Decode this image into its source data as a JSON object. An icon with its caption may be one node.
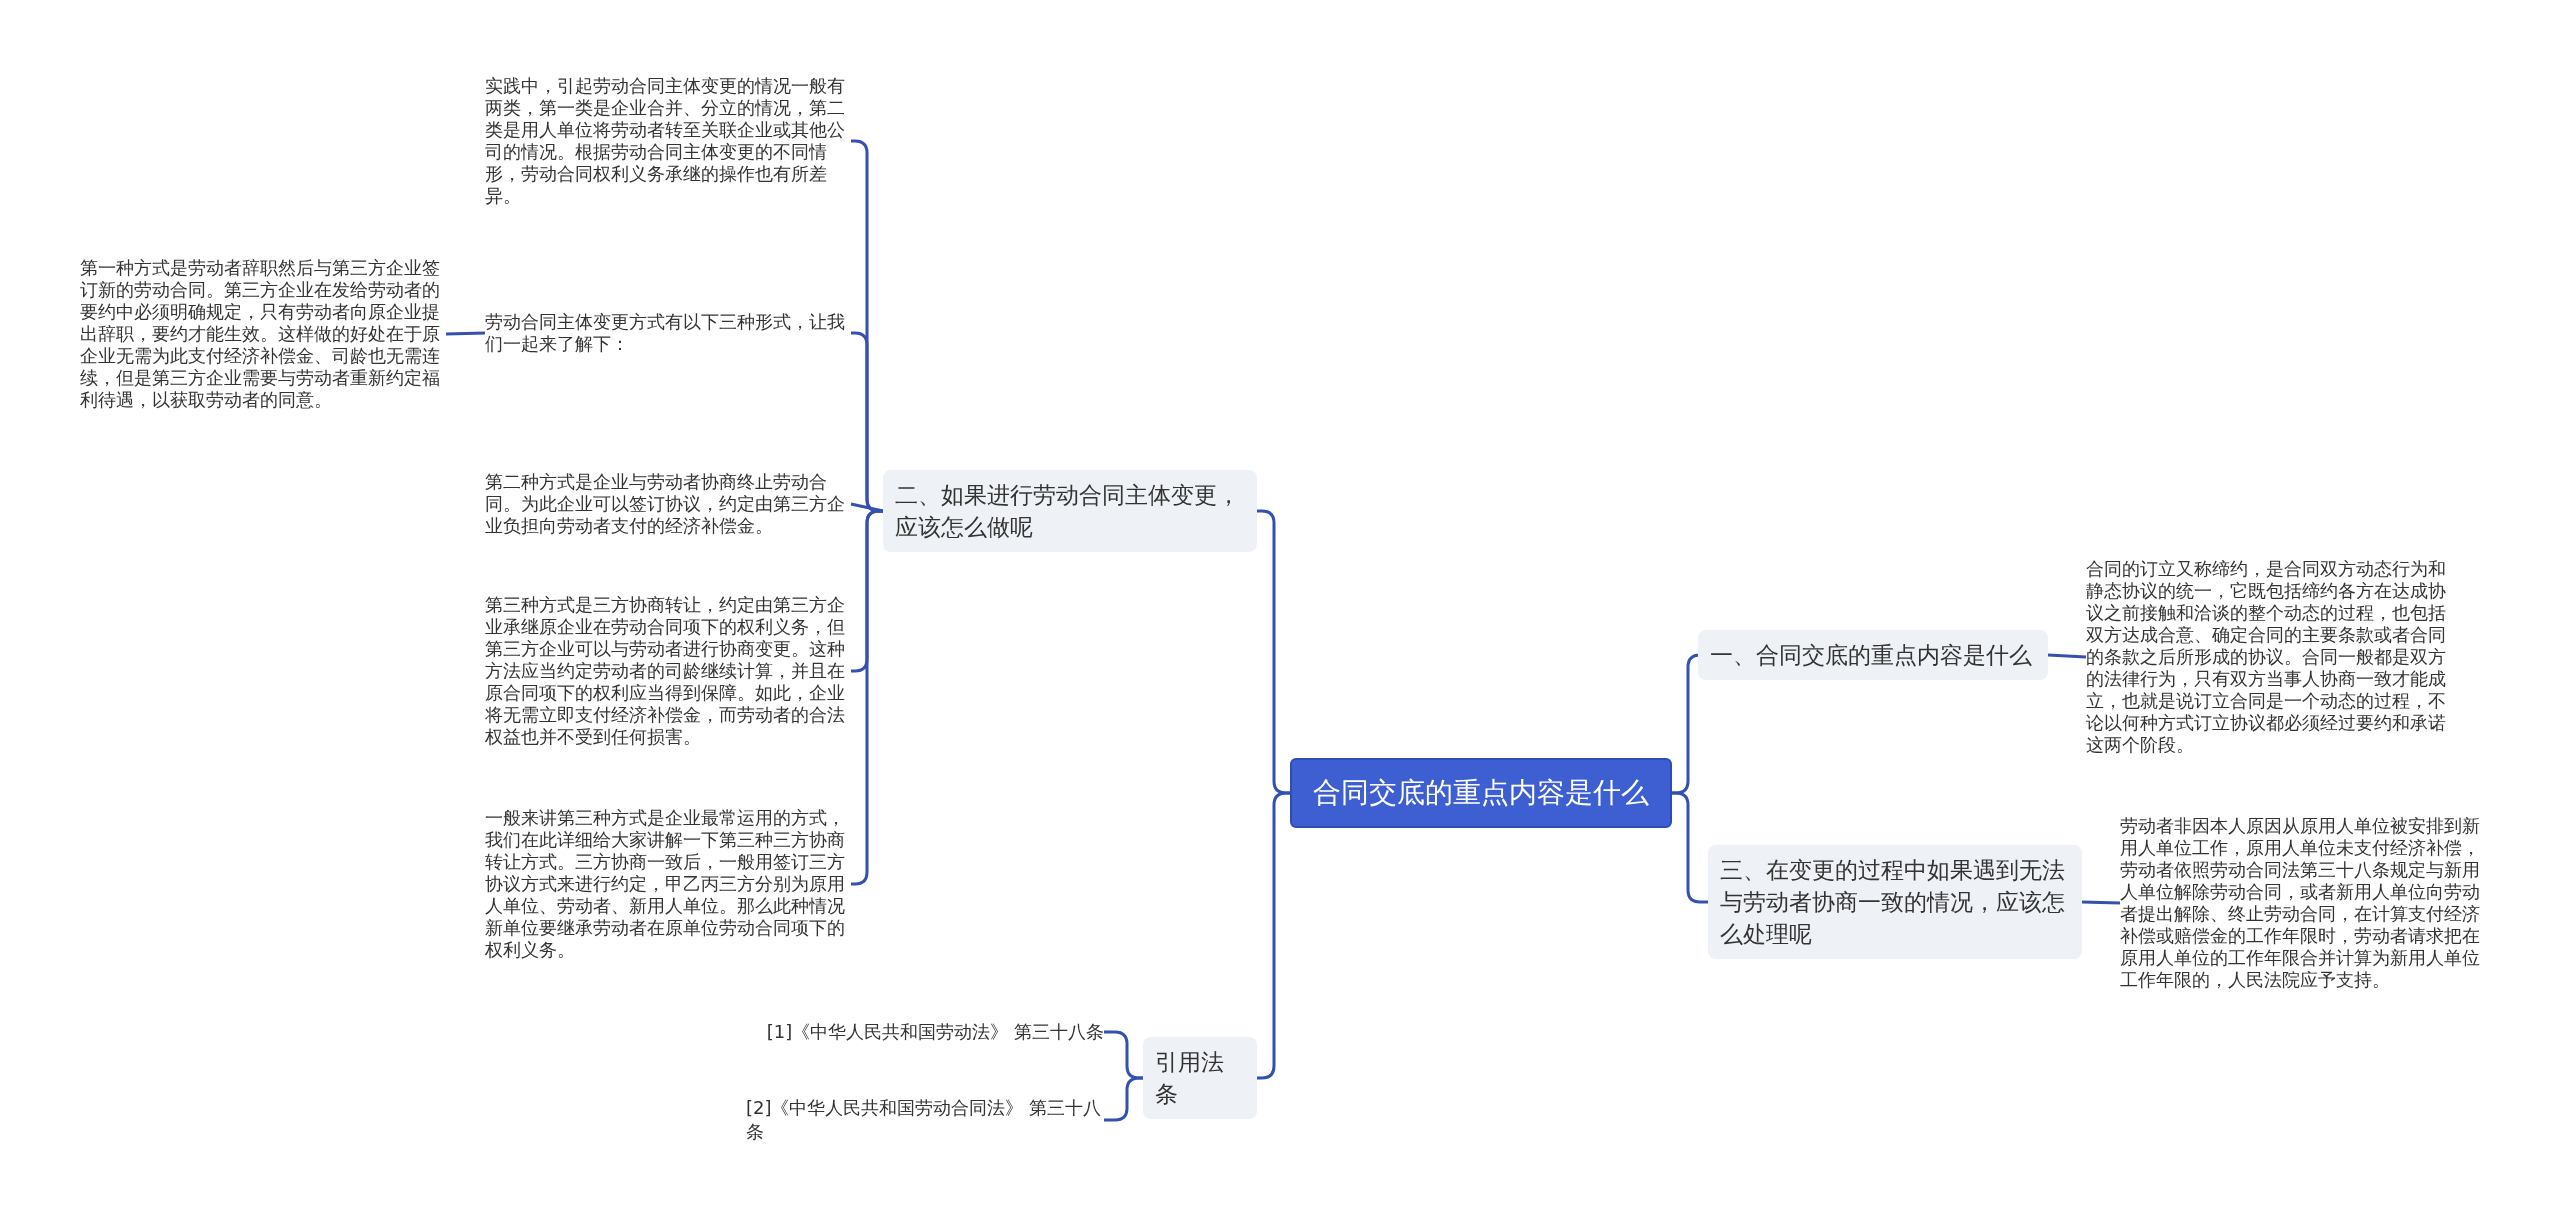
{
  "diagram": {
    "nodes": [
      {
        "text": [
          "合同交底的重点内容是什么"
        ]
      },
      {
        "text": [
          "一、合同交底的重点内容是什么"
        ]
      },
      {
        "text": [
          "合同的订立又称缔约，是合同双方动态行为和静态协议的统一，它既包括缔约各方在达成协议之前接触和洽谈的整个动态的过程，也包括双方达成合意、确定合同的主要条款或者合同的条款之后所形成的协议。合同一般都是双方的法律行为，只有双方当事人协商一致才能成立，也就是说订立合同是一个动态的过程，不论以何种方式订立协议都必须经过要约和承诺这两个阶段。"
        ]
      },
      {
        "text": [
          "三、在变更的过程中如果遇到无法与劳动者协商一致的情况，应该怎么处理呢"
        ]
      },
      {
        "text": [
          "劳动者非因本人原因从原用人单位被安排到新用人单位工作，原用人单位未支付经济补偿，劳动者依照劳动合同法第三十八条规定与新用人单位解除劳动合同，或者新用人单位向劳动者提出解除、终止劳动合同，在计算支付经济补偿或赔偿金的工作年限时，劳动者请求把在原用人单位的工作年限合并计算为新用人单位工作年限的，人民法院应予支持。"
        ]
      },
      {
        "text": [
          "二、如果进行劳动合同主体变更，应该怎么做呢"
        ]
      },
      {
        "text": [
          "实践中，引起劳动合同主体变更的情况一般有两类，第一类是企业合并、分立的情况，第二类是用人单位将劳动者转至关联企业或其他公司的情况。根据劳动合同主体变更的不同情形，劳动合同权利义务承继的操作也有所差异。"
        ]
      },
      {
        "text": [
          "劳动合同主体变更方式有以下三种形式，让我们一起来了解下："
        ]
      },
      {
        "text": [
          "第一种方式是劳动者辞职然后与第三方企业签订新的劳动合同。第三方企业在发给劳动者的要约中必须明确规定，只有劳动者向原企业提出辞职，要约才能生效。这样做的好处在于原企业无需为此支付经济补偿金、司龄也无需连续，但是第三方企业需要与劳动者重新约定福利待遇，以获取劳动者的同意。"
        ]
      },
      {
        "text": [
          "第二种方式是企业与劳动者协商终止劳动合同。为此企业可以签订协议，约定由第三方企业负担向劳动者支付的经济补偿金。"
        ]
      },
      {
        "text": [
          "第三种方式是三方协商转让，约定由第三方企业承继原企业在劳动合同项下的权利义务，但第三方企业可以与劳动者进行协商变更。这种方法应当约定劳动者的司龄继续计算，并且在原合同项下的权利应当得到保障。如此，企业将无需立即支付经济补偿金，而劳动者的合法权益也并不受到任何损害。"
        ]
      },
      {
        "text": [
          "一般来讲第三种方式是企业最常运用的方式，我们在此详细给大家讲解一下第三种三方协商转让方式。三方协商一致后，一般用签订三方协议方式来进行约定，甲乙丙三方分别为原用人单位、劳动者、新用人单位。那么此种情况新单位要继承劳动者在原单位劳动合同项下的权利义务。"
        ]
      },
      {
        "text": [
          "引用法条"
        ]
      },
      {
        "text": [
          "[1]《中华人民共和国劳动法》 第三十八条"
        ]
      },
      {
        "text": [
          "[2]《中华人民共和国劳动合同法》 第三十八条"
        ]
      }
    ],
    "edges": [
      {
        "from": 0,
        "to": 1,
        "arrow": "none"
      },
      {
        "from": 1,
        "to": 2,
        "arrow": "none"
      },
      {
        "from": 0,
        "to": 3,
        "arrow": "none"
      },
      {
        "from": 3,
        "to": 4,
        "arrow": "none"
      },
      {
        "from": 0,
        "to": 5,
        "arrow": "none"
      },
      {
        "from": 5,
        "to": 6,
        "arrow": "none"
      },
      {
        "from": 5,
        "to": 7,
        "arrow": "none"
      },
      {
        "from": 7,
        "to": 8,
        "arrow": "none"
      },
      {
        "from": 5,
        "to": 9,
        "arrow": "none"
      },
      {
        "from": 5,
        "to": 10,
        "arrow": "none"
      },
      {
        "from": 5,
        "to": 11,
        "arrow": "none"
      },
      {
        "from": 0,
        "to": 12,
        "arrow": "none"
      },
      {
        "from": 12,
        "to": 13,
        "arrow": "none"
      },
      {
        "from": 12,
        "to": 14,
        "arrow": "none"
      }
    ]
  }
}
